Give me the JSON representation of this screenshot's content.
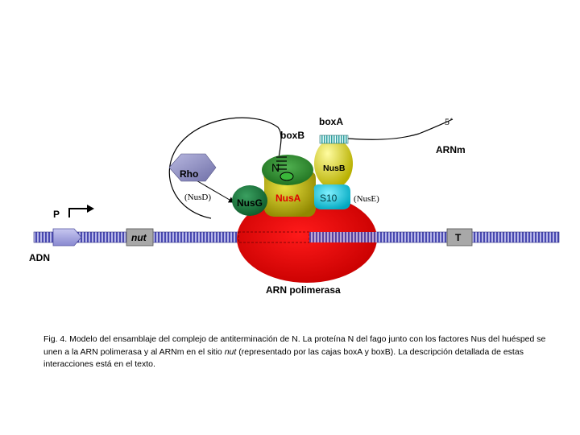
{
  "labels": {
    "boxA": "boxA",
    "boxB": "boxB",
    "five_prime": "5´",
    "arnm": "ARNm",
    "n": "N",
    "nusB": "NusB",
    "rho": "Rho",
    "nusD": "(NusD)",
    "nusG": "NusG",
    "nusA": "NusA",
    "s10": "S10",
    "nusE": "(NusE)",
    "p": "P",
    "nut": "nut",
    "t": "T",
    "adn": "ADN",
    "arn_polimerasa": "ARN polimerasa"
  },
  "caption": {
    "part1": "Fig. 4. Modelo del ensamblaje del complejo de antiterminación de N. La proteína N del fago junto con los factores Nus del huésped se unen a la ARN polimerasa y al ARNm en el sitio ",
    "italic": "nut",
    "part2": " (representado por las cajas boxA y boxB). La descripción detallada de estas interacciones está en el texto."
  },
  "colors": {
    "dna": "#5a5ac8",
    "polymerase": "#e00000",
    "nusG": "#1a7a3a",
    "nusA": "#c8c000",
    "nusB": "#e0d800",
    "n_protein": "#2a8a2a",
    "s10": "#00c8d8",
    "rho": "#9090c0",
    "nusA_text": "#e00000"
  }
}
